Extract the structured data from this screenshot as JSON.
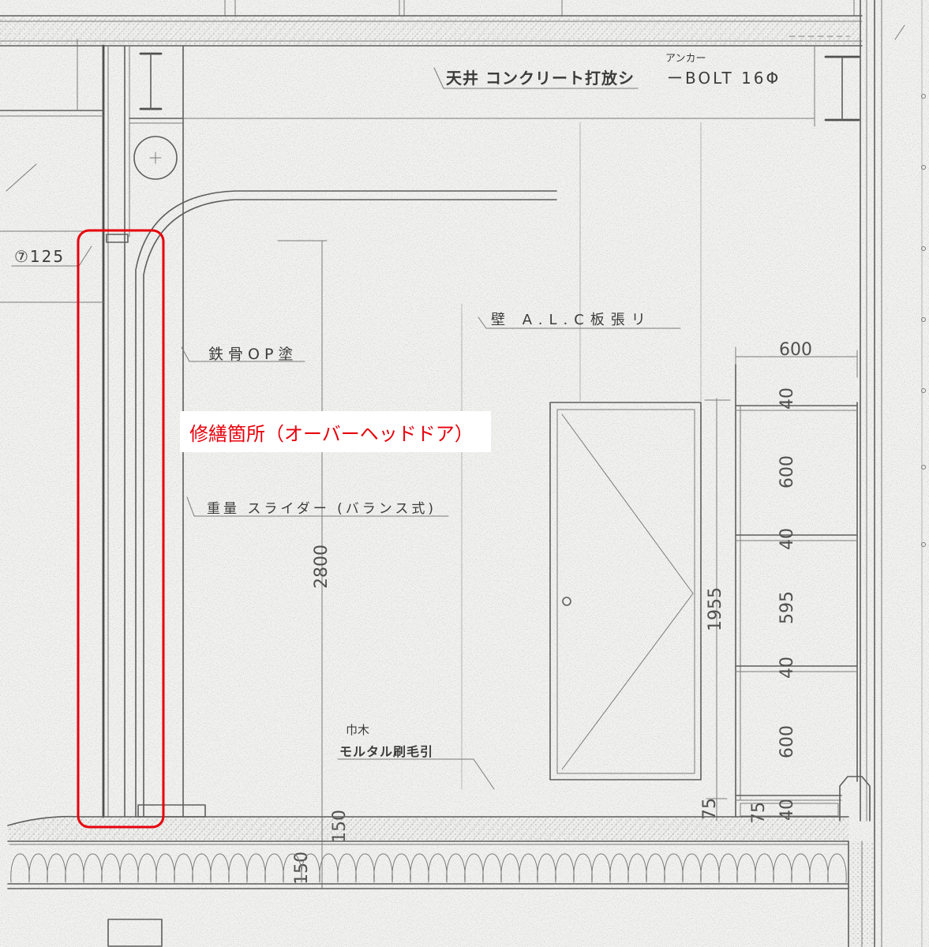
{
  "colors": {
    "annotation": "#e8000b",
    "ink": "#5e5e5e",
    "paper": "#f3f3f1"
  },
  "labels": {
    "ceiling": "天井 コンクリート打放シ",
    "anchor": "アンカー",
    "bolt": "ーBOLT 16Φ",
    "alc_thickness": "⑦125",
    "wall": "壁 A.L.C板張リ",
    "steel_paint": "鉄骨OP塗",
    "slider": "重量 スライダー (バランス式)",
    "baseboard": "巾木",
    "mortar": "モルタル刷毛引"
  },
  "annotation": {
    "repair_note": "修繕箇所（オーバーヘッドドア）"
  },
  "dimensions": {
    "overall_height": "2800",
    "door_height": "1955",
    "shelf_width": "600",
    "shelf_chain": [
      "40",
      "600",
      "40",
      "595",
      "40",
      "600",
      "40"
    ],
    "door_base": "75",
    "shelf_base": "75",
    "floor_finish": "150",
    "slab": "150"
  }
}
